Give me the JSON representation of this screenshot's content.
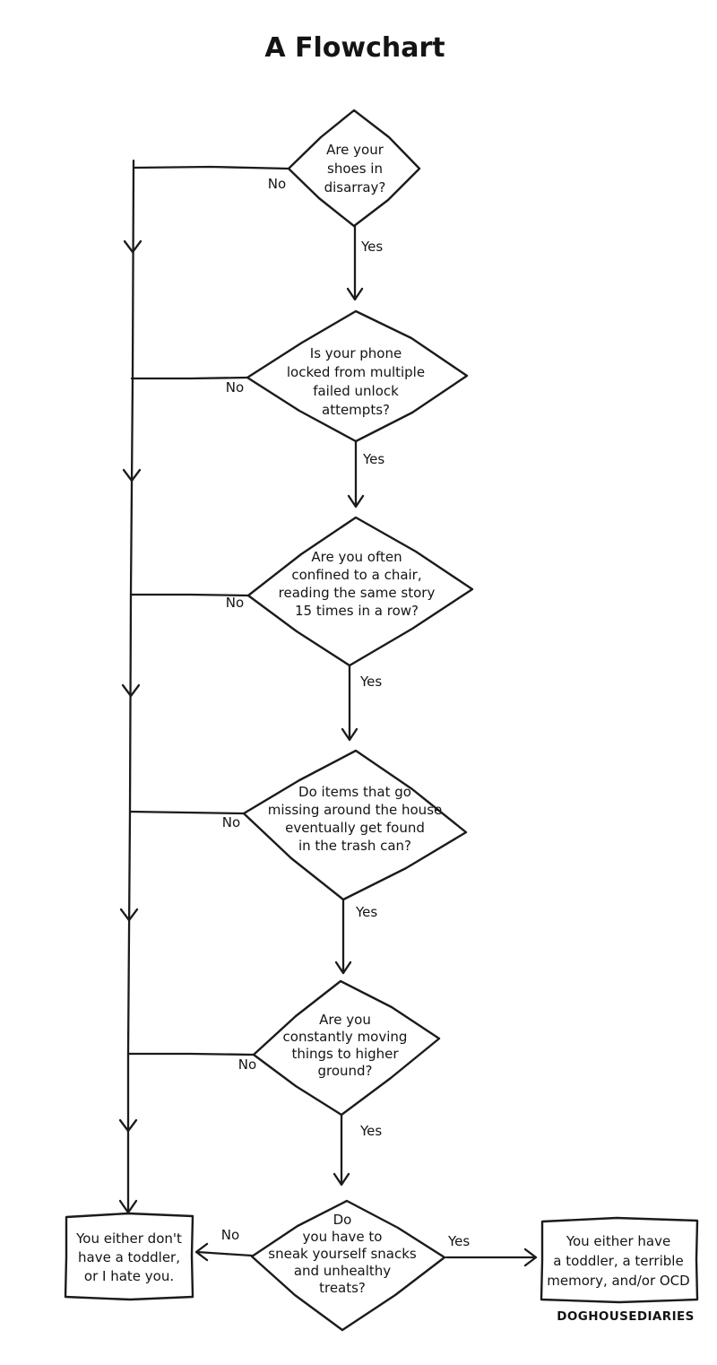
{
  "title": "A Flowchart",
  "attribution": "DOGHOUSEDIARIES",
  "branch_labels": {
    "yes": "Yes",
    "no": "No"
  },
  "decisions": [
    {
      "lines": [
        "Are your",
        "shoes in",
        "disarray?"
      ]
    },
    {
      "lines": [
        "Is your phone",
        "locked from multiple",
        "failed unlock",
        "attempts?"
      ]
    },
    {
      "lines": [
        "Are you often",
        "confined to a chair,",
        "reading the same story",
        "15 times in a row?"
      ]
    },
    {
      "lines": [
        "Do items that go",
        "missing around the house",
        "eventually get found",
        "in the trash can?"
      ]
    },
    {
      "lines": [
        "Are you",
        "constantly moving",
        "things to higher",
        "ground?"
      ]
    },
    {
      "lines": [
        "Do",
        "you have to",
        "sneak yourself snacks",
        "and unhealthy",
        "treats?"
      ]
    }
  ],
  "outcomes": {
    "no_outcome": {
      "lines": [
        "You either don't",
        "have a toddler,",
        "or I hate you."
      ]
    },
    "yes_outcome": {
      "lines": [
        "You either have",
        "a toddler, a terrible",
        "memory, and/or OCD"
      ]
    }
  },
  "colors": {
    "ink": "#1b1b1b",
    "background": "#ffffff"
  }
}
